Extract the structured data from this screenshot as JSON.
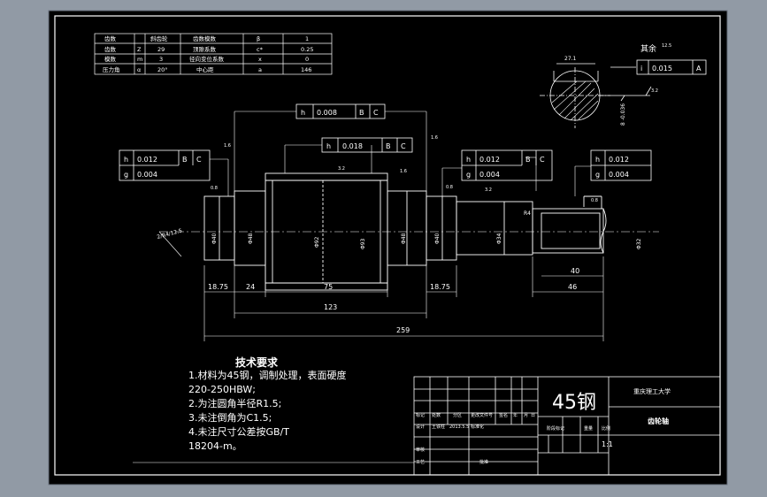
{
  "params_table": {
    "rows": [
      [
        "齿数",
        "斜齿轮",
        "齿数模数",
        "β",
        "1"
      ],
      [
        "齿数",
        "Z",
        "29",
        "顶隙系数",
        "c*",
        "0.25"
      ],
      [
        "模数",
        "m",
        "3",
        "径向变位系数",
        "x",
        "0"
      ],
      [
        "压力角",
        "α",
        "20°",
        "中心距",
        "a",
        "146"
      ]
    ]
  },
  "callouts": {
    "h1": "h",
    "v1": "0.008",
    "r1a": "B",
    "r1b": "C",
    "h2": "h",
    "v2": "0.018",
    "r2a": "B",
    "r2b": "C",
    "left_h": "h",
    "left_v1": "0.012",
    "left_ra": "B",
    "left_rb": "C",
    "left_g": "g",
    "left_v2": "0.004",
    "mid_h": "h",
    "mid_v1": "0.012",
    "mid_ra": "B",
    "mid_rb": "C",
    "mid_g": "g",
    "mid_v2": "0.004",
    "right_h": "h",
    "right_v1": "0.012",
    "right_g": "g",
    "right_v2": "0.004",
    "key_i": "i",
    "key_v": "0.015",
    "key_r": "A"
  },
  "key_section": {
    "label": "其余",
    "roughness": "12.5",
    "dim_top": "27.1",
    "dim_side": "8 -0.036",
    "rough2": "3.2"
  },
  "dimensions": {
    "d1": "18.75",
    "d2": "24",
    "d3": "75",
    "d4": "18.75",
    "d5": "123",
    "d6": "259",
    "d7": "40",
    "d8": "46",
    "chamfer": "2/R4/12.5",
    "rough_a": "0.8",
    "rough_b": "3.2",
    "rough_c": "1.6",
    "rough_d": "0.8",
    "rough_e": "3.2",
    "rough_f": "0.8",
    "rough_g": "1.6",
    "rough_h": "1.6",
    "r4": "R4"
  },
  "tech": {
    "title": "技术要求",
    "l1": "1.材料为45钢，调制处理，表面硬度",
    "l2": "220-250HBW;",
    "l3": "2.为注圆角半径R1.5;",
    "l4": "3.未注倒角为C1.5;",
    "l5": "4.未注尺寸公差按GB/T",
    "l6": "18204-m。"
  },
  "title_block": {
    "material": "45钢",
    "school": "重庆理工大学",
    "part": "齿轮轴",
    "scale": "1:1",
    "labels": [
      "标记",
      "处数",
      "分区",
      "更改文件号",
      "签名",
      "年",
      "月",
      "日"
    ],
    "design": "设计",
    "designer": "王铁柱",
    "date": "2013.5.5",
    "std": "标准化",
    "stage": "阶段标记",
    "weight": "重量",
    "ratio": "比例",
    "review": "审核",
    "process": "工艺",
    "approve": "批准"
  }
}
